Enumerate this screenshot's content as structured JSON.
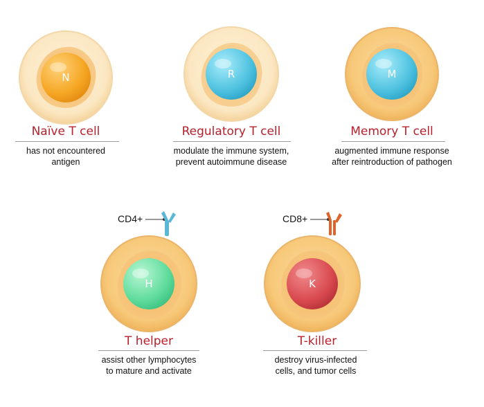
{
  "colors": {
    "title": "#b8202b",
    "cytoplasm_outer": "#fbe9c6",
    "cytoplasm_inner": "#f5bc6a",
    "membrane": "#f2c98a",
    "receptor_cd4": "#5ab7d6",
    "receptor_cd8": "#e0632b"
  },
  "cells": [
    {
      "letter": "N",
      "title": "Naïve T cell",
      "desc1": "has not encountered",
      "desc2": "antigen",
      "nucleus_color": "#f5a623",
      "mature": false
    },
    {
      "letter": "R",
      "title": "Regulatory T cell",
      "desc1": "modulate the immune system,",
      "desc2": "prevent autoimmune disease",
      "nucleus_color": "#4fc2e0",
      "mature": false
    },
    {
      "letter": "M",
      "title": "Memory T cell",
      "desc1": "augmented immune response",
      "desc2": "after reintroduction of pathogen",
      "nucleus_color": "#4fc2e0",
      "mature": true
    },
    {
      "letter": "H",
      "title": "T helper",
      "desc1": "assist other lymphocytes",
      "desc2": "to mature and activate",
      "nucleus_color": "#5fdc9c",
      "mature": true,
      "marker": "CD4+"
    },
    {
      "letter": "K",
      "title": "T-killer",
      "desc1": "destroy virus-infected",
      "desc2": "cells, and tumor cells",
      "nucleus_color": "#d94a4f",
      "mature": true,
      "marker": "CD8+"
    }
  ]
}
